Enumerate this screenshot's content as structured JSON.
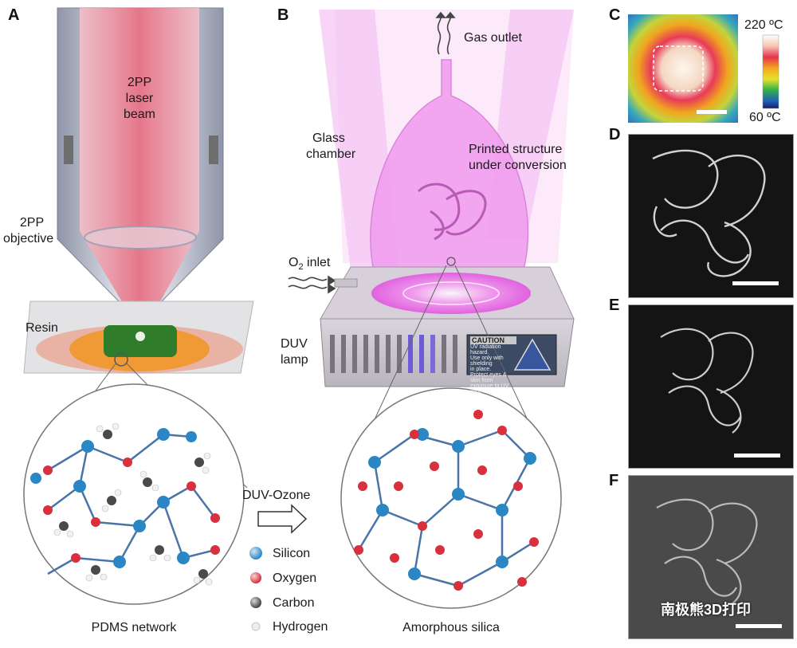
{
  "panels": {
    "a": "A",
    "b": "B",
    "c": "C",
    "d": "D",
    "e": "E",
    "f": "F"
  },
  "panel_a": {
    "beam_label_1": "2PP",
    "beam_label_2": "laser",
    "beam_label_3": "beam",
    "objective_label_1": "2PP",
    "objective_label_2": "objective",
    "resin_label": "Resin",
    "network_caption": "PDMS network"
  },
  "panel_b": {
    "gas_outlet": "Gas outlet",
    "glass_label_1": "Glass",
    "glass_label_2": "chamber",
    "printed_label_1": "Printed structure",
    "printed_label_2": "under conversion",
    "o2_prefix": "O",
    "o2_sub": "2",
    "o2_suffix": " inlet",
    "duv_label_1": "DUV",
    "duv_label_2": "lamp",
    "caution_title": "CAUTION",
    "caution_line_1": "UV radiation",
    "caution_line_2": "hazard.",
    "caution_line_3": "Use only with shielding",
    "caution_line_4": "in place.",
    "caution_line_5": "Protect eyes & skin from",
    "caution_line_6": "exposure to UV light.",
    "arrow_label": "DUV-Ozone",
    "network_caption": "Amorphous silica"
  },
  "legend": {
    "items": [
      {
        "label": "Silicon",
        "color": "#2b86c5"
      },
      {
        "label": "Oxygen",
        "color": "#d9303e"
      },
      {
        "label": "Carbon",
        "color": "#444444"
      },
      {
        "label": "Hydrogen",
        "color": "#eeeeee"
      }
    ]
  },
  "panel_c": {
    "max_label": "220 ºC",
    "min_label": "60 ºC"
  },
  "watermark": "南极熊3D打印"
}
